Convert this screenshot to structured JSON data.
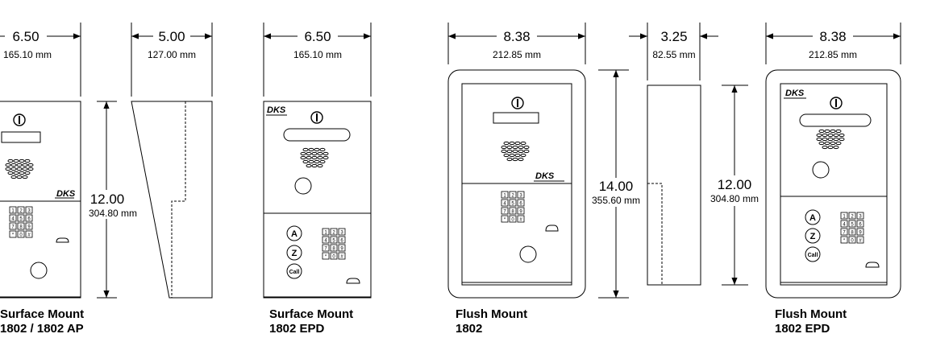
{
  "views": [
    {
      "id": "surface-1802",
      "width_in": "6.50",
      "width_mm": "165.10 mm",
      "height_in": "12.00",
      "height_mm": "304.80 mm",
      "caption": [
        "Surface Mount",
        "1802 / 1802 AP"
      ],
      "logo": "DKS"
    },
    {
      "id": "surface-side",
      "width_in": "5.00",
      "width_mm": "127.00 mm"
    },
    {
      "id": "surface-1802-epd",
      "width_in": "6.50",
      "width_mm": "165.10 mm",
      "caption": [
        "Surface Mount",
        "1802 EPD"
      ],
      "logo": "DKS"
    },
    {
      "id": "flush-1802",
      "width_in": "8.38",
      "width_mm": "212.85 mm",
      "height_in": "14.00",
      "height_mm": "355.60 mm",
      "caption": [
        "Flush Mount",
        "1802"
      ],
      "logo": "DKS"
    },
    {
      "id": "flush-side",
      "width_in": "3.25",
      "width_mm": "82.55 mm"
    },
    {
      "id": "flush-1802-epd",
      "width_in": "8.38",
      "width_mm": "212.85 mm",
      "height_in": "12.00",
      "height_mm": "304.80 mm",
      "caption": [
        "Flush Mount",
        "1802 EPD"
      ],
      "logo": "DKS"
    }
  ],
  "keypad_keys": [
    "1",
    "2",
    "3",
    "4",
    "5",
    "6",
    "7",
    "8",
    "9",
    "*",
    "0",
    "#"
  ],
  "epd_buttons": [
    "A",
    "Z",
    "Call"
  ]
}
